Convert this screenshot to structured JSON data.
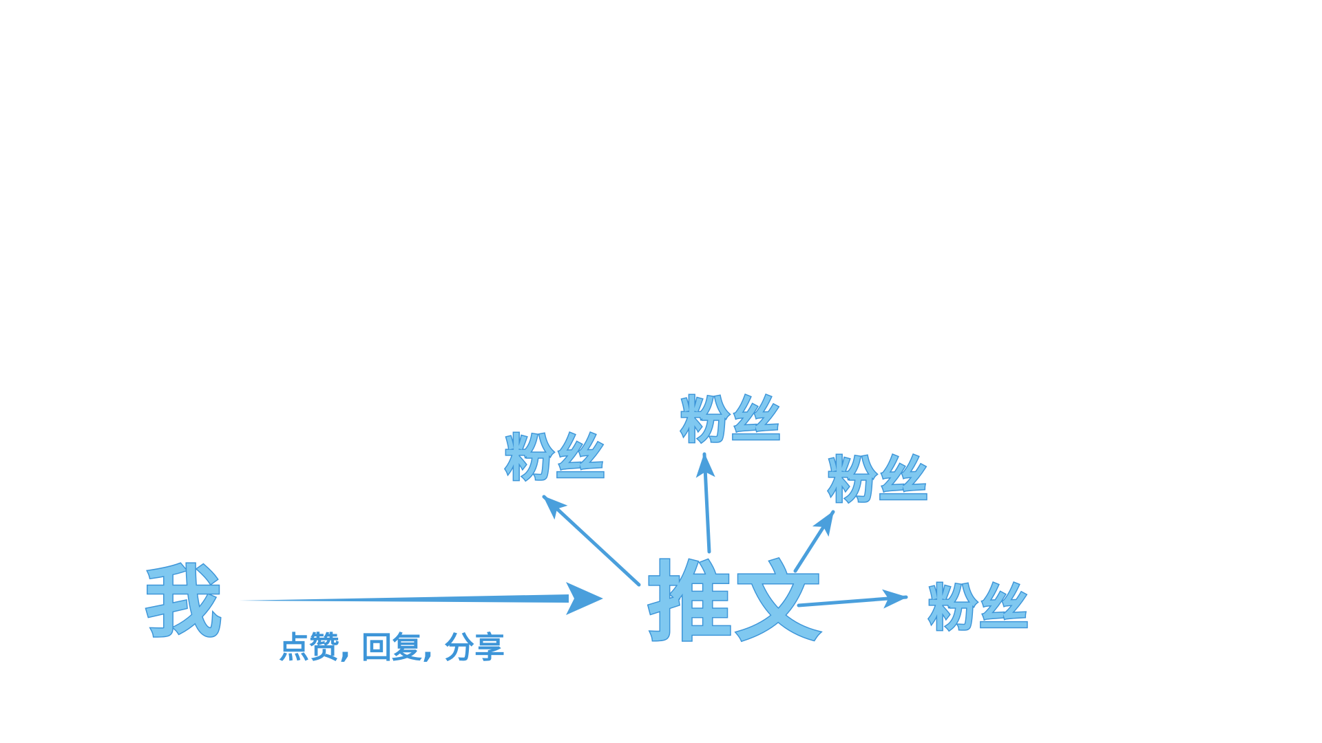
{
  "colors": {
    "fill": "#7fc8f0",
    "stroke": "#3d95d8",
    "arrow": "#4a9fdc",
    "label": "#3d95d8",
    "background": "#ffffff"
  },
  "nodes": {
    "me": "我",
    "tweet": "推文",
    "fans": [
      "粉丝",
      "粉丝",
      "粉丝",
      "粉丝"
    ]
  },
  "edge_label": "点赞, 回复, 分享"
}
